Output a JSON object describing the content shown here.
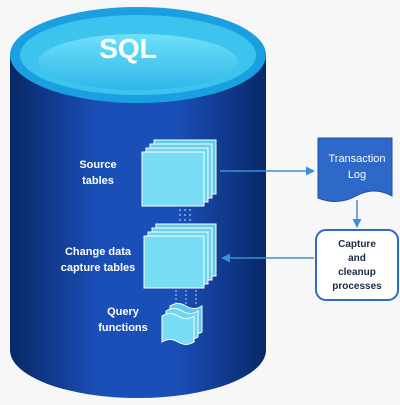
{
  "database": {
    "title": "SQL",
    "source_tables_label": [
      "Source",
      "tables"
    ],
    "change_data_label": [
      "Change data",
      "capture tables"
    ],
    "query_functions_label": [
      "Query",
      "functions"
    ]
  },
  "transaction_log": {
    "label": [
      "Transaction",
      "Log"
    ]
  },
  "capture_process": {
    "label": [
      "Capture",
      "and",
      "cleanup",
      "processes"
    ]
  },
  "colors": {
    "cylinder_dark": "#0a2f7a",
    "cylinder_mid": "#1a4fb8",
    "cylinder_top_ring": "#28a8e0",
    "cylinder_top_inner": "#4fd2f5",
    "table_fill": "#6fd6f2",
    "log_fill": "#2e68c8",
    "process_border": "#2e68c8",
    "arrow": "#3a8ed8"
  }
}
